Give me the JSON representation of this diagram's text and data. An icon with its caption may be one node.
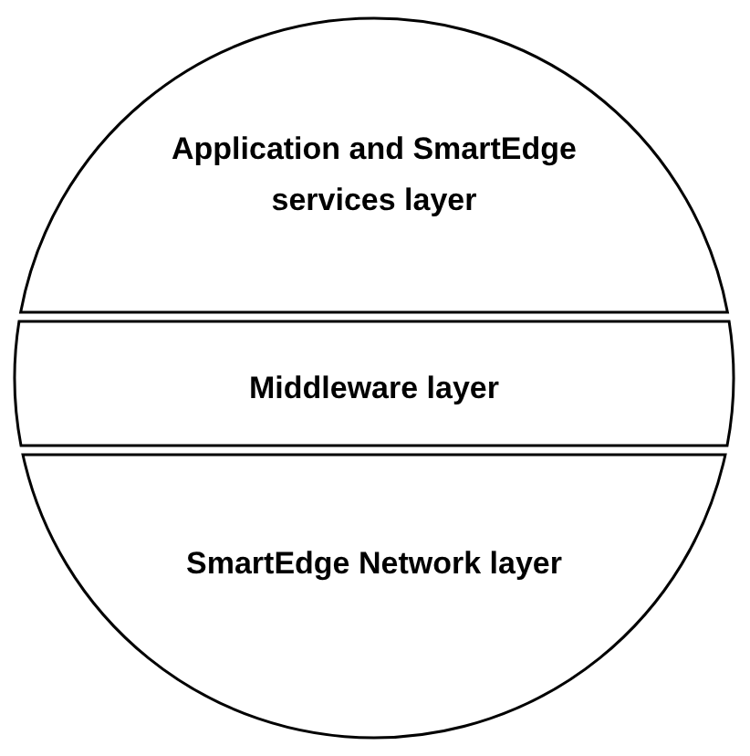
{
  "diagram": {
    "nodes": [
      {
        "text": [
          "Application and SmartEdge services layer"
        ]
      },
      {
        "text": [
          "Middleware layer"
        ]
      },
      {
        "text": [
          "SmartEdge Network layer"
        ]
      }
    ]
  }
}
